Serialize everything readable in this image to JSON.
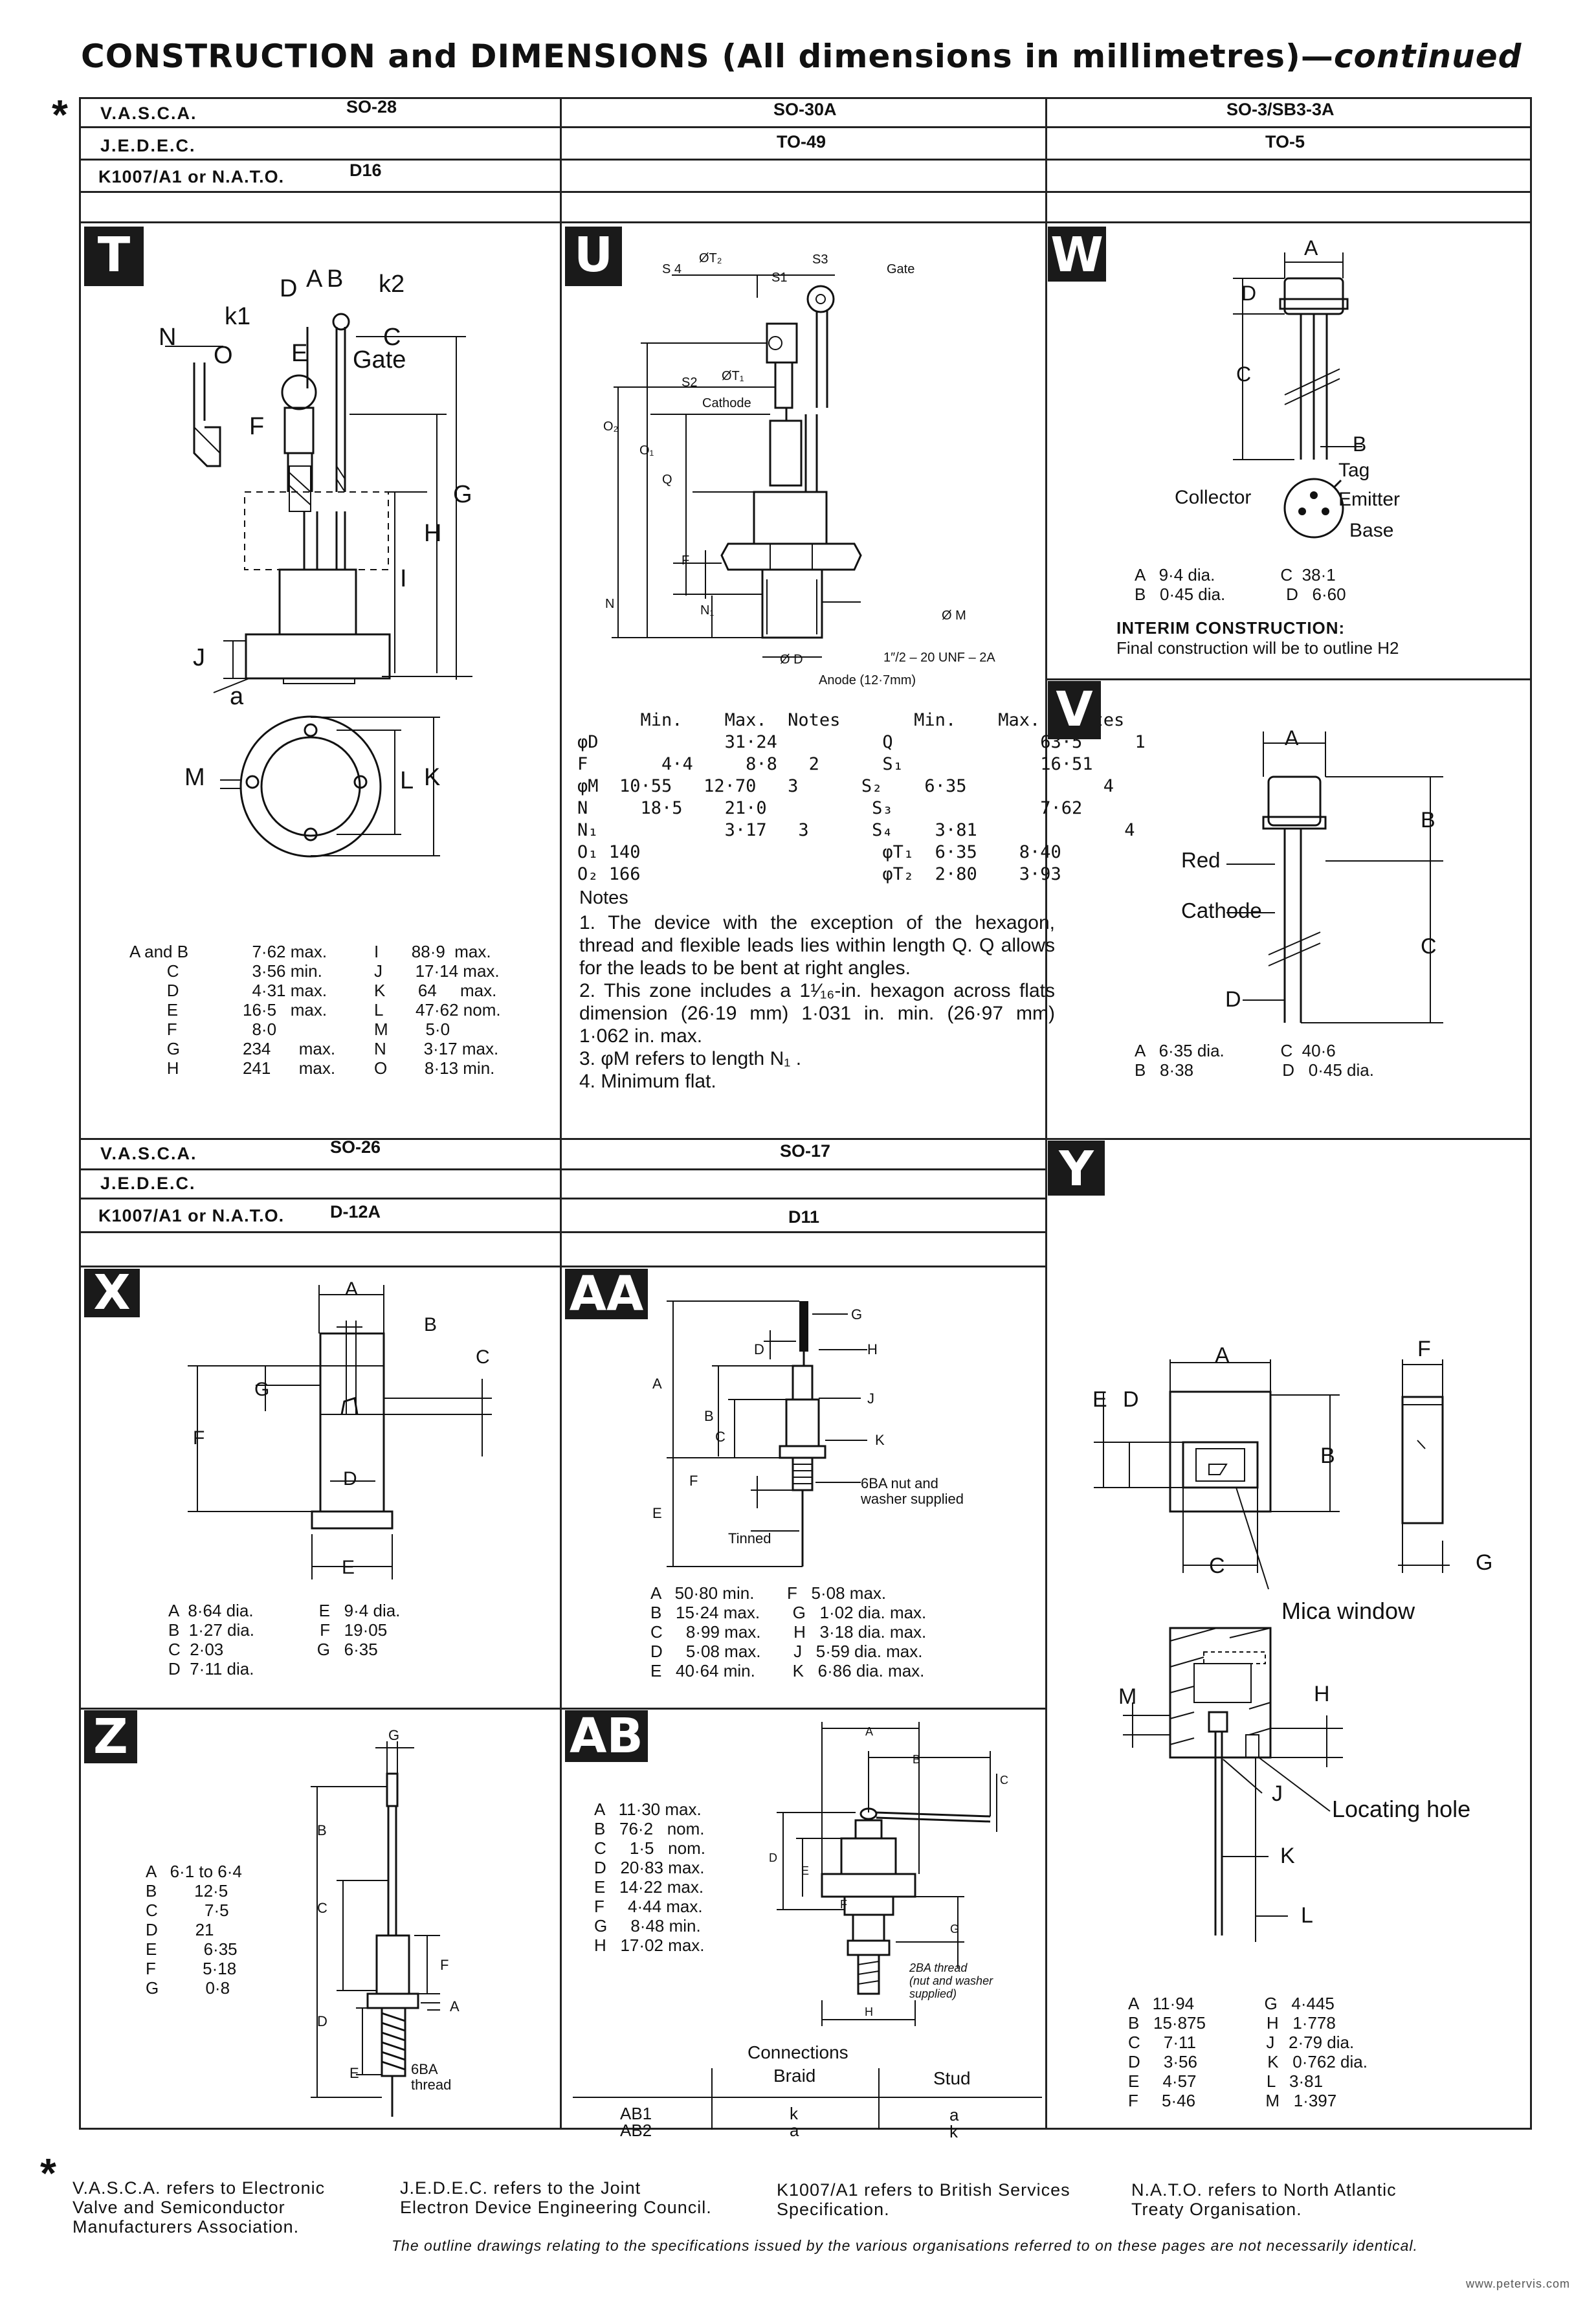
{
  "page": {
    "title": "CONSTRUCTION and DIMENSIONS (All dimensions in millimetres)—",
    "title_italic": "continued",
    "asterisk": "*"
  },
  "top_headers": {
    "row_labels": [
      "V.A.S.C.A.",
      "J.E.D.E.C.",
      "K1007/A1 or N.A.T.O."
    ],
    "col1": {
      "vasca": "SO-28",
      "jedec": "",
      "nato": "D16"
    },
    "col2": {
      "vasca": "SO-30A",
      "jedec": "TO-49",
      "nato": ""
    },
    "col3": {
      "vasca": "SO-3/SB3-3A",
      "jedec": "TO-5",
      "nato": ""
    }
  },
  "panel_T": {
    "badge": "T",
    "labels": {
      "D": "D",
      "A": "A",
      "B": "B",
      "k2": "k2",
      "k1": "k1",
      "N": "N",
      "O": "O",
      "E": "E",
      "C": "C",
      "gate": "Gate",
      "F": "F",
      "G": "G",
      "H": "H",
      "I": "I",
      "J": "J",
      "a": "a",
      "M": "M",
      "L": "L",
      "K": "K"
    },
    "specs_left": "A and B\n        C\n        D\n        E\n        F\n        G\n        H",
    "specs_vals": "  7·62 max.\n  3·56 min.\n  4·31 max.\n16·5   max.\n  8·0\n234      max.\n241      max.",
    "specs_right": "I       88·9  max.\nJ       17·14 max.\nK       64     max.\nL       47·62 nom.\nM        5·0\nN        3·17 max.\nO        8·13 min."
  },
  "panel_U": {
    "badge": "U",
    "labels": {
      "S4": "S 4",
      "T2": "ØT₂",
      "S1": "S1",
      "S3": "S3",
      "Gate": "Gate",
      "S2": "S2",
      "T1": "ØT₁",
      "Cathode": "Cathode",
      "O2": "O₂",
      "O1": "O₁",
      "Q": "Q",
      "F": "F",
      "N": "N",
      "N1": "N₁",
      "M": "Ø M",
      "D": "Ø D",
      "thread": "1″/2 – 20 UNF – 2A",
      "anode": "Anode  (12·7mm)"
    },
    "table": "      Min.    Max.  Notes       Min.    Max.   Notes\nφD            31·24          Q              63·5     1\nF       4·4     8·8   2      S₁             16·51\nφM  10·55   12·70   3      S₂    6·35             4\nN     18·5    21·0          S₃              7·62\nN₁            3·17   3      S₄    3·81              4\nO₁ 140                       φT₁  6·35    8·40\nO₂ 166                       φT₂  2·80    3·93",
    "notes_title": "Notes",
    "notes": [
      "1. The device with the exception of the hexagon, thread and flexible leads lies within length Q. Q allows for the leads to be bent at right angles.",
      "2. This zone includes a 1¹⁄₁₆-in. hexagon across flats dimension (26·19 mm) 1·031 in. min. (26·97 mm) 1·062 in. max.",
      "3. φM refers to length N₁ .",
      "4. Minimum flat."
    ]
  },
  "panel_W": {
    "badge": "W",
    "labels": {
      "A": "A",
      "D": "D",
      "C": "C",
      "B": "B",
      "tag": "Tag",
      "collector": "Collector",
      "emitter": "Emitter",
      "base": "Base"
    },
    "specs": "A   9·4 dia.              C  38·1\nB   0·45 dia.             D   6·60",
    "interim_title": "INTERIM CONSTRUCTION:",
    "interim_text": "Final construction will be to outline H2"
  },
  "panel_V": {
    "badge": "V",
    "labels": {
      "A": "A",
      "B": "B",
      "red": "Red",
      "cathode": "Cathode",
      "C": "C",
      "D": "D"
    },
    "specs": "A   6·35 dia.            C  40·6\nB   8·38                   D   0·45 dia."
  },
  "mid_headers": {
    "row_labels": [
      "V.A.S.C.A.",
      "J.E.D.E.C.",
      "K1007/A1 or N.A.T.O."
    ],
    "col1": {
      "vasca": "SO-26",
      "jedec": "",
      "nato": "D-12A"
    },
    "col2": {
      "vasca": "SO-17",
      "jedec": "",
      "nato": "D11"
    }
  },
  "panel_X": {
    "badge": "X",
    "labels": {
      "A": "A",
      "B": "B",
      "C": "C",
      "G": "G",
      "F": "F",
      "D": "D",
      "E": "E"
    },
    "specs": "A  8·64 dia.              E   9·4 dia.\nB  1·27 dia.              F   19·05\nC  2·03                    G   6·35\nD  7·11 dia."
  },
  "panel_AA": {
    "badge": "AA",
    "labels": {
      "G": "G",
      "D": "D",
      "H": "H",
      "J": "J",
      "A": "A",
      "B": "B",
      "C": "C",
      "K": "K",
      "F": "F",
      "E": "E",
      "nut": "6BA nut and\nwasher supplied",
      "tinned": "Tinned"
    },
    "specs": "A   50·80 min.       F   5·08 max.\nB   15·24 max.       G   1·02 dia. max.\nC     8·99 max.       H   3·18 dia. max.\nD     5·08 max.       J   5·59 dia. max.\nE   40·64 min.        K   6·86 dia. max."
  },
  "panel_Y": {
    "badge": "Y",
    "labels": {
      "A": "A",
      "F": "F",
      "E": "E",
      "D": "D",
      "B": "B",
      "C": "C",
      "G": "G",
      "mica": "Mica window",
      "M": "M",
      "H": "H",
      "J": "J",
      "locating": "Locating hole",
      "K": "K",
      "L": "L"
    },
    "specs": "A   11·94               G   4·445\nB   15·875             H   1·778\nC     7·11               J   2·79 dia.\nD     3·56               K   0·762 dia.\nE     4·57               L   3·81\nF     5·46               M   1·397"
  },
  "panel_Z": {
    "badge": "Z",
    "labels": {
      "G": "G",
      "B": "B",
      "C": "C",
      "F": "F",
      "A": "A",
      "D": "D",
      "E": "E",
      "thread": "6BA\nthread"
    },
    "specs": "A   6·1 to 6·4\nB        12·5\nC          7·5\nD        21\nE          6·35\nF          5·18\nG          0·8"
  },
  "panel_AB": {
    "badge": "AB",
    "labels": {
      "A": "A",
      "B": "B",
      "C": "C",
      "D": "D",
      "E": "E",
      "F": "F",
      "G": "G",
      "H": "H",
      "thread": "2BA thread\n(nut and washer\nsupplied)"
    },
    "specs": "A   11·30 max.\nB   76·2   nom.\nC     1·5   nom.\nD   20·83 max.\nE   14·22 max.\nF     4·44 max.\nG     8·48 min.\nH   17·02 max.",
    "connections_title": "Connections",
    "connections_cols": [
      "Braid",
      "Stud"
    ],
    "connections_rows": [
      {
        "name": "AB1",
        "braid": "k",
        "stud": "a"
      },
      {
        "name": "AB2",
        "braid": "a",
        "stud": "k"
      }
    ]
  },
  "footer": {
    "asterisk": "*",
    "vasca": "V.A.S.C.A. refers to Electronic\nValve and Semiconductor\nManufacturers Association.",
    "jedec": "J.E.D.E.C. refers to the Joint\nElectron Device Engineering Council.",
    "k1007": "K1007/A1 refers to British Services\nSpecification.",
    "nato": "N.A.T.O. refers to North Atlantic\nTreaty Organisation.",
    "disclaimer": "The outline drawings relating to the specifications issued by the various organisations referred to on these pages are not necessarily identical.",
    "watermark": "www.petervis.com"
  }
}
